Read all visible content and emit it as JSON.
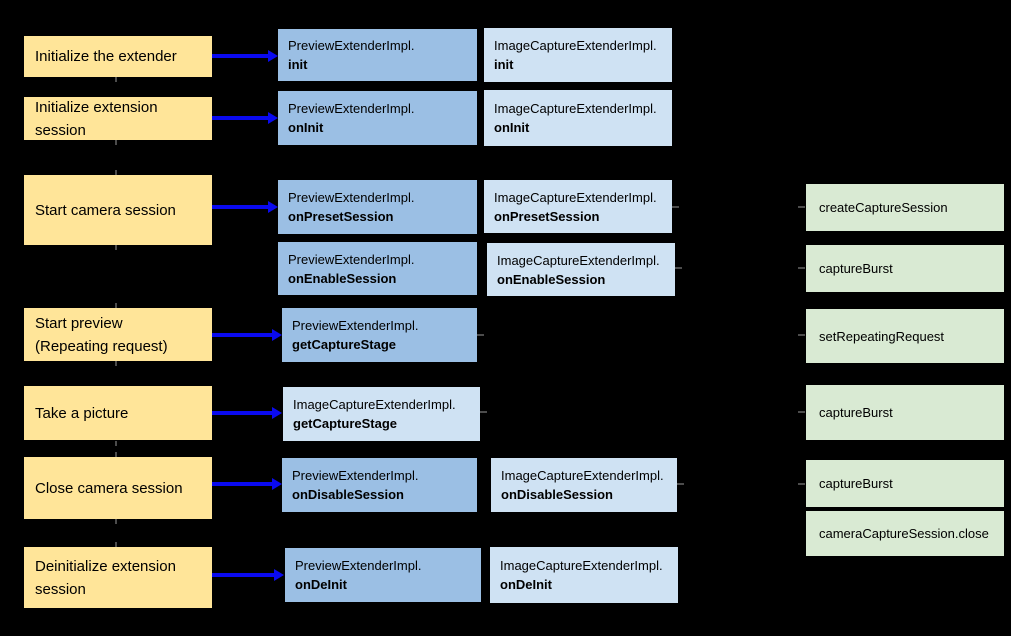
{
  "palette": {
    "background": "#000000",
    "action_fill": "#ffe599",
    "preview_fill": "#9bbfe4",
    "capture_fill": "#cfe2f3",
    "camera_fill": "#d9ead3",
    "arrow_color": "#0a0af0",
    "text_color": "#000000"
  },
  "actions": [
    {
      "label": "Initialize the extender"
    },
    {
      "label": "Initialize extension\nsession"
    },
    {
      "label": "Start camera session"
    },
    {
      "label": "Start preview\n(Repeating request)"
    },
    {
      "label": "Take a picture"
    },
    {
      "label": "Close camera session"
    },
    {
      "label": "Deinitialize extension\nsession"
    }
  ],
  "methods": {
    "preview_init": {
      "class_name": "PreviewExtenderImpl.",
      "method": "init"
    },
    "capture_init": {
      "class_name": "ImageCaptureExtenderImpl.",
      "method": "init"
    },
    "preview_on_init": {
      "class_name": "PreviewExtenderImpl.",
      "method": "onInit"
    },
    "capture_on_init": {
      "class_name": "ImageCaptureExtenderImpl.",
      "method": "onInit"
    },
    "preview_on_preset_session": {
      "class_name": "PreviewExtenderImpl.",
      "method": "onPresetSession"
    },
    "capture_on_preset_session": {
      "class_name": "ImageCaptureExtenderImpl.",
      "method": "onPresetSession"
    },
    "preview_on_enable_session": {
      "class_name": "PreviewExtenderImpl.",
      "method": "onEnableSession"
    },
    "capture_on_enable_session": {
      "class_name": "ImageCaptureExtenderImpl.",
      "method": "onEnableSession"
    },
    "preview_get_capture_stage": {
      "class_name": "PreviewExtenderImpl.",
      "method": "getCaptureStage"
    },
    "capture_get_capture_stage": {
      "class_name": "ImageCaptureExtenderImpl.",
      "method": "getCaptureStage"
    },
    "preview_on_disable_session": {
      "class_name": "PreviewExtenderImpl.",
      "method": "onDisableSession"
    },
    "capture_on_disable_session": {
      "class_name": "ImageCaptureExtenderImpl.",
      "method": "onDisableSession"
    },
    "preview_on_deinit": {
      "class_name": "PreviewExtenderImpl.",
      "method": "onDeInit"
    },
    "capture_on_deinit": {
      "class_name": "ImageCaptureExtenderImpl.",
      "method": "onDeInit"
    }
  },
  "camera_calls": [
    {
      "label": "createCaptureSession"
    },
    {
      "label": "captureBurst"
    },
    {
      "label": "setRepeatingRequest"
    },
    {
      "label": "captureBurst"
    },
    {
      "label": "captureBurst"
    },
    {
      "label": "cameraCaptureSession.close"
    }
  ]
}
